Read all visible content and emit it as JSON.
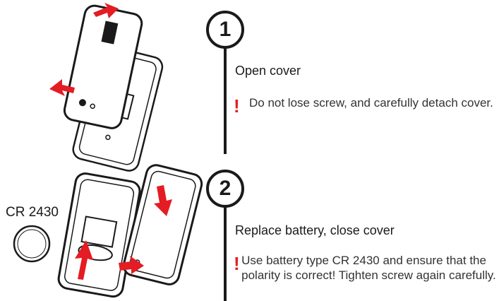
{
  "steps": [
    {
      "number": "1",
      "title": "Open cover",
      "warning": "Do not lose screw, and carefully detach cover."
    },
    {
      "number": "2",
      "title": "Replace battery, close cover",
      "warning": "Use battery type CR 2430 and ensure that the polarity is correct! Tighten screw again carefully."
    }
  ],
  "illustration": {
    "battery_label": "CR 2430"
  },
  "colors": {
    "accent": "#e31d23",
    "ink": "#1a1a1a"
  }
}
